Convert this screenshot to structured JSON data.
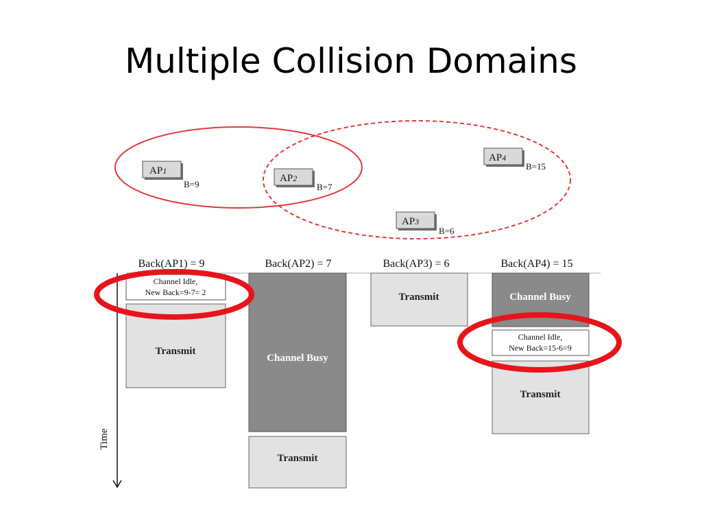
{
  "slide": {
    "title": "Multiple Collision Domains"
  },
  "topology": {
    "aps": [
      {
        "name": "AP",
        "sub": "1",
        "backoff": "B=9"
      },
      {
        "name": "AP",
        "sub": "2",
        "backoff": "B=7"
      },
      {
        "name": "AP",
        "sub": "3",
        "backoff": "B=6"
      },
      {
        "name": "AP",
        "sub": "4",
        "backoff": "B=15"
      }
    ]
  },
  "timeline": {
    "columns": [
      {
        "header": "Back(AP1) = 9"
      },
      {
        "header": "Back(AP2) = 7"
      },
      {
        "header": "Back(AP3) = 6"
      },
      {
        "header": "Back(AP4) = 15"
      }
    ],
    "blocks": {
      "ap1_idle_line1": "Channel Idle,",
      "ap1_idle_line2": "New Back=9-7= 2",
      "ap1_transmit": "Transmit",
      "ap2_busy": "Channel Busy",
      "ap2_transmit": "Transmit",
      "ap3_transmit": "Transmit",
      "ap4_busy": "Channel Busy",
      "ap4_idle_line1": "Channel Idle,",
      "ap4_idle_line2": "New Back=15-6=9",
      "ap4_transmit": "Transmit"
    },
    "axis_label": "Time"
  },
  "colors": {
    "domain_circle": "#e0393b",
    "highlight": "#e8141b",
    "busy_fill": "#8a8a8a",
    "transmit_fill": "#e2e2e2",
    "ap_box_fill": "#d9d9d9"
  }
}
